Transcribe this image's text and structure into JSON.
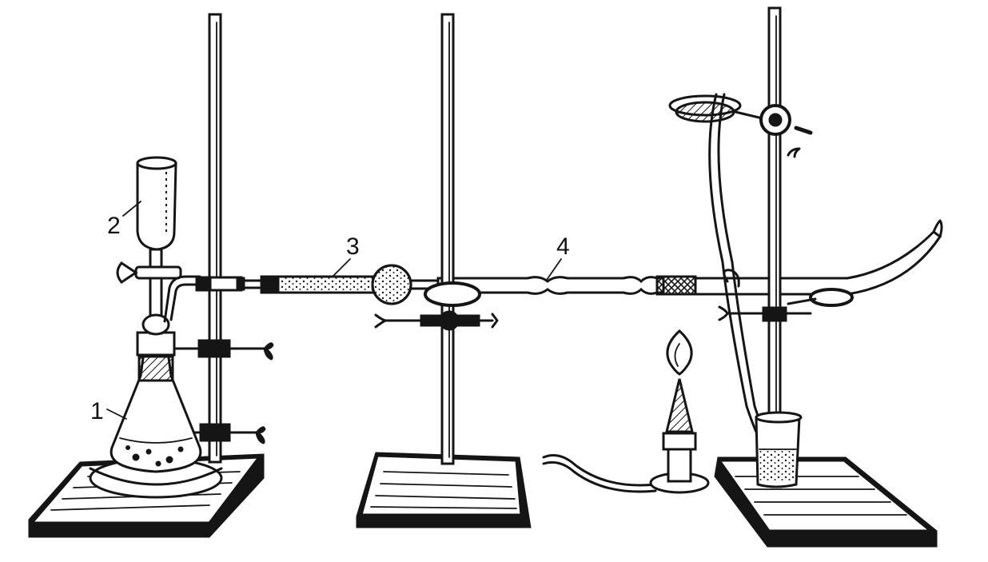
{
  "colors": {
    "ink": "#151515",
    "paper": "#ffffff"
  },
  "labels": {
    "flask": "1",
    "funnel": "2",
    "drying_tube": "3",
    "reaction_tube": "4"
  }
}
